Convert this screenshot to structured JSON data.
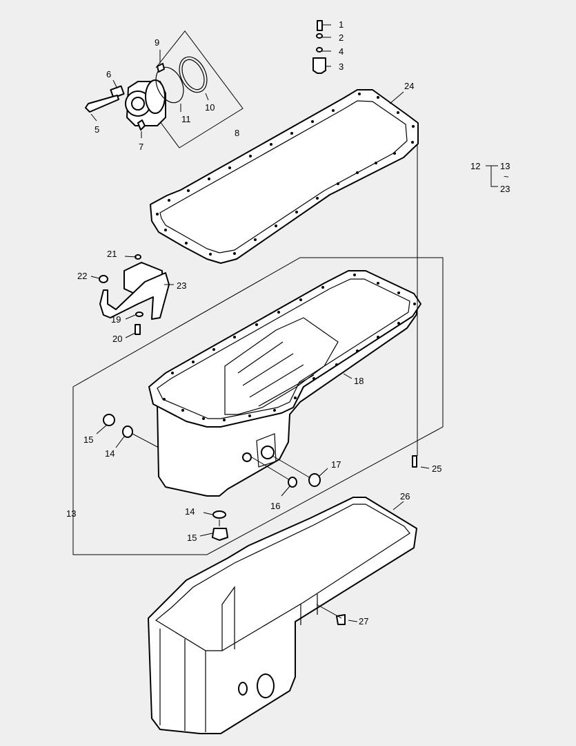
{
  "diagram": {
    "background_color": "#efefef",
    "callouts": [
      {
        "id": "c1",
        "text": "1"
      },
      {
        "id": "c2",
        "text": "2"
      },
      {
        "id": "c3",
        "text": "3"
      },
      {
        "id": "c4",
        "text": "4"
      },
      {
        "id": "c5",
        "text": "5"
      },
      {
        "id": "c6",
        "text": "6"
      },
      {
        "id": "c7",
        "text": "7"
      },
      {
        "id": "c8",
        "text": "8"
      },
      {
        "id": "c9",
        "text": "9"
      },
      {
        "id": "c10",
        "text": "10"
      },
      {
        "id": "c11",
        "text": "11"
      },
      {
        "id": "c12",
        "text": "12"
      },
      {
        "id": "c13a",
        "text": "13"
      },
      {
        "id": "c13b",
        "text": "13"
      },
      {
        "id": "ctilde",
        "text": "~"
      },
      {
        "id": "c23a",
        "text": "23"
      },
      {
        "id": "c23b",
        "text": "23"
      },
      {
        "id": "c14a",
        "text": "14"
      },
      {
        "id": "c14b",
        "text": "14"
      },
      {
        "id": "c15a",
        "text": "15"
      },
      {
        "id": "c15b",
        "text": "15"
      },
      {
        "id": "c16",
        "text": "16"
      },
      {
        "id": "c17",
        "text": "17"
      },
      {
        "id": "c18",
        "text": "18"
      },
      {
        "id": "c19",
        "text": "19"
      },
      {
        "id": "c20",
        "text": "20"
      },
      {
        "id": "c21",
        "text": "21"
      },
      {
        "id": "c22",
        "text": "22"
      },
      {
        "id": "c24",
        "text": "24"
      },
      {
        "id": "c25",
        "text": "25"
      },
      {
        "id": "c26",
        "text": "26"
      },
      {
        "id": "c27",
        "text": "27"
      }
    ]
  }
}
